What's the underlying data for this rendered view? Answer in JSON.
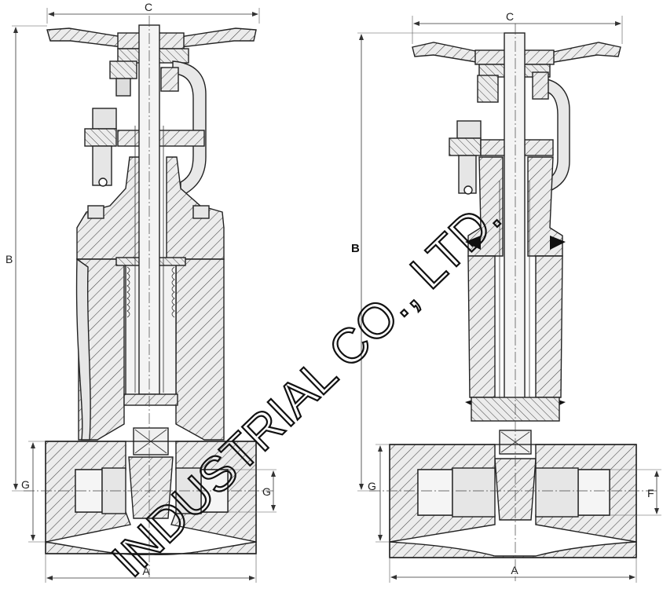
{
  "left_valve": {
    "dims": {
      "top": "C",
      "side": "B",
      "bottom": "A",
      "left_port": "G",
      "right_port": "G"
    }
  },
  "right_valve": {
    "dims": {
      "top": "C",
      "side": "B",
      "bottom": "A",
      "left_port": "G",
      "right_port": "F"
    }
  },
  "watermark": {
    "text": "INDUSTRIAL CO., LTD."
  },
  "colors": {
    "line": "#222222",
    "body_fill": "#e6e6e6",
    "hatch": "#444444",
    "weld": "#111111"
  }
}
